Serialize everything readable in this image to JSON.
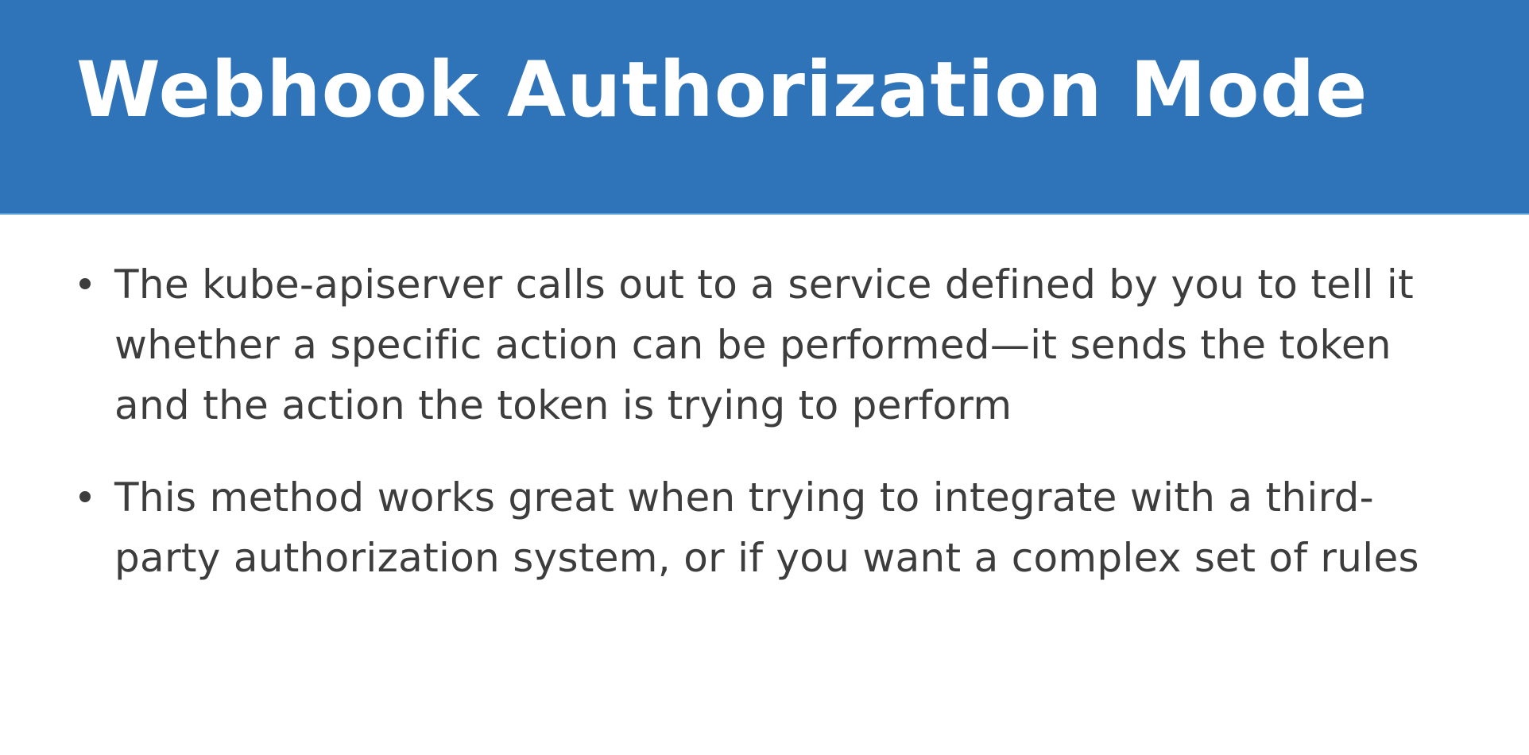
{
  "slide": {
    "title": "Webhook Authorization Mode",
    "header_color": "#2f74b8",
    "bullets": [
      {
        "text": "The kube-apiserver calls out to a service defined by you to tell it whether a specific action can be performed—it sends the token and the action the token is trying to perform"
      },
      {
        "text": "This method works great when trying to integrate with a third-party authorization system, or if you want a complex set of rules"
      }
    ]
  }
}
